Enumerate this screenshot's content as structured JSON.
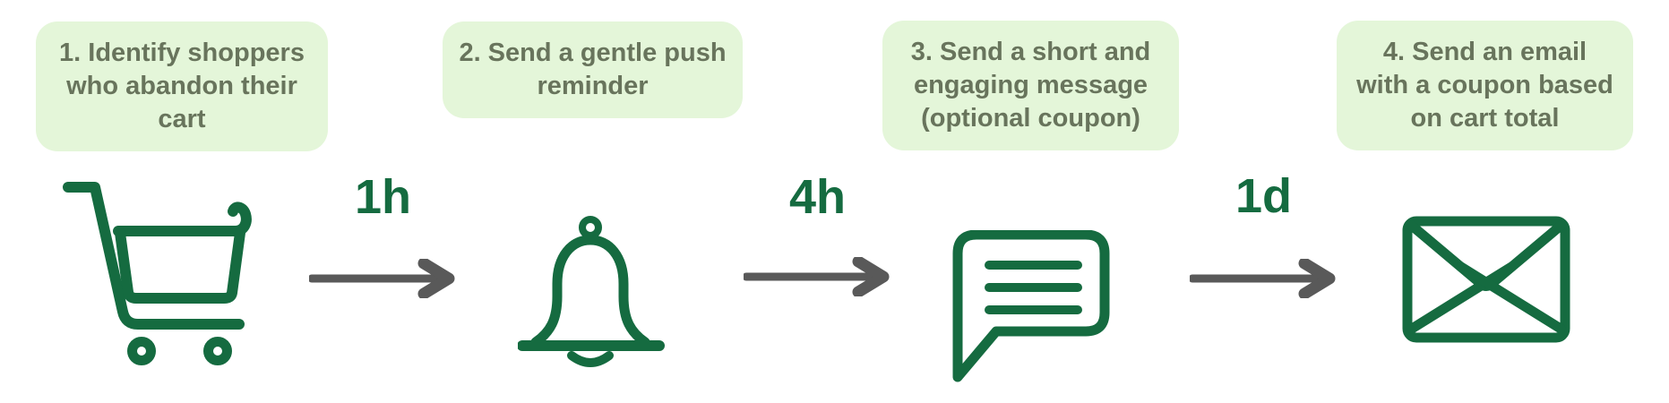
{
  "palette": {
    "icon_green": "#156b40",
    "pill_bg": "#e4f6d9",
    "pill_text": "#68745c",
    "arrow_gray": "#595959",
    "background": "#ffffff"
  },
  "steps": [
    {
      "number": 1,
      "label_lines": [
        "1. Identify shoppers",
        "who abandon their cart"
      ],
      "icon": "shopping-cart"
    },
    {
      "number": 2,
      "label_lines": [
        "2. Send a gentle push",
        "reminder"
      ],
      "icon": "bell"
    },
    {
      "number": 3,
      "label_lines": [
        "3. Send a short and",
        "engaging message",
        "(optional coupon)"
      ],
      "icon": "chat-message"
    },
    {
      "number": 4,
      "label_lines": [
        "4. Send an email",
        "with a coupon based",
        "on cart total"
      ],
      "icon": "envelope"
    }
  ],
  "transitions": [
    {
      "from": 1,
      "to": 2,
      "delay": "1h"
    },
    {
      "from": 2,
      "to": 3,
      "delay": "4h"
    },
    {
      "from": 3,
      "to": 4,
      "delay": "1d"
    }
  ]
}
